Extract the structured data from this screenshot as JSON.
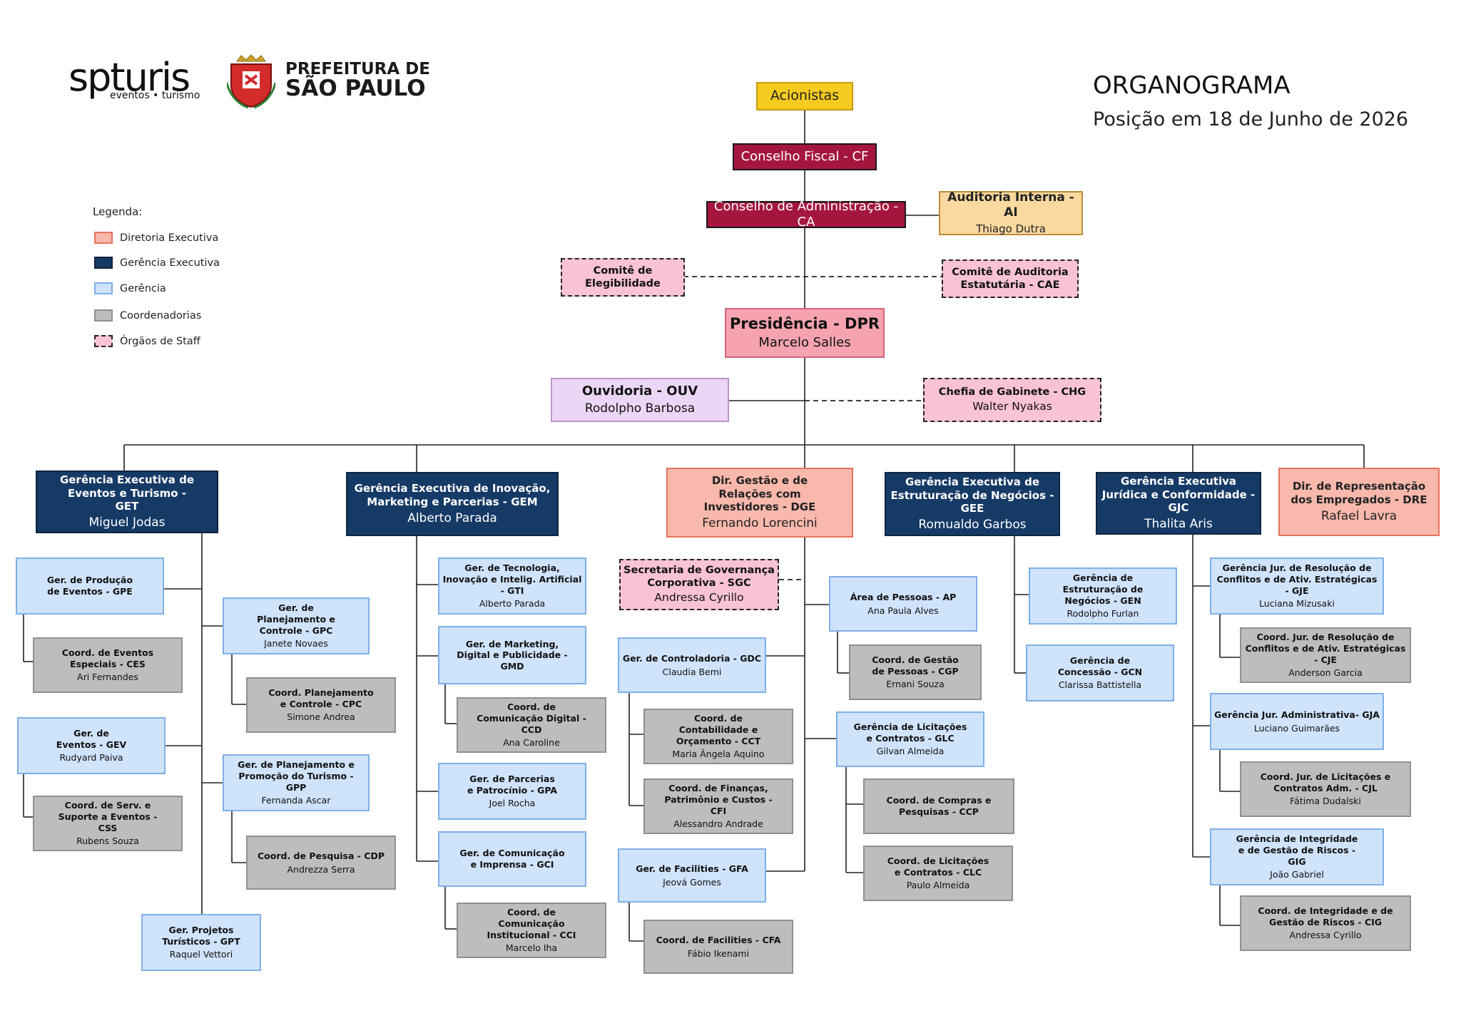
{
  "header": {
    "logo_spturis": "spturis",
    "logo_spturis_sub": "eventos • turismo",
    "logo_prefeitura_line1": "PREFEITURA DE",
    "logo_prefeitura_line2": "SÃO PAULO",
    "title": "ORGANOGRAMA",
    "subtitle": "Posição em 18 de Junho de 2026"
  },
  "legend": {
    "title": "Legenda:",
    "items": [
      {
        "label": "Diretoria Executiva",
        "color": "#f8b8ac"
      },
      {
        "label": "Gerência Executiva",
        "color": "#163a66"
      },
      {
        "label": "Gerência",
        "color": "#cfe3fb"
      },
      {
        "label": "Coordenadorias",
        "color": "#bdbdbd"
      },
      {
        "label": "Órgãos de Staff",
        "color": "#f9c3d4"
      }
    ]
  },
  "top": {
    "acionistas": "Acionistas",
    "conselho_fiscal": "Conselho Fiscal - CF",
    "conselho_admin": "Conselho de Administração - CA",
    "auditoria": {
      "title": "Auditoria Interna - AI",
      "person": "Thiago Dutra"
    },
    "comite_eleg": {
      "title": "Comitê de Elegibilidade"
    },
    "comite_aud": {
      "title": "Comitê de Auditoria Estatutária - CAE"
    },
    "presidencia": {
      "title": "Presidência - DPR",
      "person": "Marcelo Salles"
    },
    "ouvidoria": {
      "title": "Ouvidoria - OUV",
      "person": "Rodolpho Barbosa"
    },
    "chefia": {
      "title": "Chefia de Gabinete - CHG",
      "person": "Walter Nyakas"
    }
  },
  "boxes": {
    "get": {
      "title": "Gerência Executiva de Eventos e Turismo - GET",
      "person": "Miguel Jodas"
    },
    "gpe": {
      "title": "Ger. de Produção de Eventos - GPE",
      "person": ""
    },
    "ces": {
      "title": "Coord. de Eventos Especiais - CES",
      "person": "Ari Fernandes"
    },
    "gpc": {
      "title": "Ger. de Planejamento e Controle - GPC",
      "person": "Janete Novaes"
    },
    "cpc": {
      "title": "Coord. Planejamento e Controle - CPC",
      "person": "Simone Andrea"
    },
    "gev": {
      "title": "Ger. de Eventos - GEV",
      "person": "Rudyard Paiva"
    },
    "css": {
      "title": "Coord. de Serv. e Suporte a Eventos - CSS",
      "person": "Rubens  Souza"
    },
    "gpp": {
      "title": "Ger. de Planejamento e Promoção do Turismo - GPP",
      "person": "Fernanda Ascar"
    },
    "cdp": {
      "title": "Coord. de Pesquisa - CDP",
      "person": "Andrezza Serra"
    },
    "gpt": {
      "title": "Ger. Projetos Turísticos - GPT",
      "person": "Raquel Vettori"
    },
    "gem": {
      "title": "Gerência Executiva de Inovação, Marketing e Parcerias - GEM",
      "person": "Alberto Parada"
    },
    "gti": {
      "title": "Ger. de Tecnologia, Inovação e Intelig. Artificial - GTI",
      "person": "Alberto Parada"
    },
    "gmd": {
      "title": "Ger. de Marketing, Digital e Publicidade - GMD",
      "person": ""
    },
    "ccd": {
      "title": "Coord. de Comunicação Digital - CCD",
      "person": "Ana Caroline"
    },
    "gpa": {
      "title": "Ger. de Parcerias e Patrocínio - GPA",
      "person": "Joel Rocha"
    },
    "gci": {
      "title": "Ger. de Comunicação e Imprensa - GCI",
      "person": ""
    },
    "cci": {
      "title": "Coord. de Comunicação Institucional - CCI",
      "person": "Marcelo Iha"
    },
    "dge": {
      "title": "Dir. Gestão e de Relações com Investidores - DGE",
      "person": "Fernando Lorencini"
    },
    "sgc": {
      "title": "Secretaria de Governança Corporativa - SGC",
      "person": "Andressa Cyrillo"
    },
    "gdc": {
      "title": "Ger. de Controladoria - GDC",
      "person": "Claudia Bemi"
    },
    "cct": {
      "title": "Coord. de Contabilidade e Orçamento - CCT",
      "person": "Maria Ângela Aquino"
    },
    "cfi": {
      "title": "Coord. de Finanças, Patrimônio e Custos - CFI",
      "person": "Alessandro Andrade"
    },
    "gfa": {
      "title": "Ger. de Facilities - GFA",
      "person": "Jeová Gomes"
    },
    "cfa": {
      "title": "Coord. de Facilities - CFA",
      "person": "Fábio Ikenami"
    },
    "ap": {
      "title": "Área de Pessoas - AP",
      "person": "Ana Paula Alves"
    },
    "cgp": {
      "title": "Coord. de Gestão de Pessoas - CGP",
      "person": "Ernani Souza"
    },
    "glc": {
      "title": "Gerência de Licitações e Contratos - GLC",
      "person": "Gilvan Almeida"
    },
    "ccp": {
      "title": "Coord. de Compras e Pesquisas - CCP",
      "person": ""
    },
    "clc": {
      "title": "Coord. de Licitações e Contratos - CLC",
      "person": "Paulo Almeida"
    },
    "gee": {
      "title": "Gerência Executiva de Estruturação de Negócios - GEE",
      "person": "Romualdo Garbos"
    },
    "gen": {
      "title": "Gerência de Estruturação de Negócios - GEN",
      "person": "Rodolpho Furlan"
    },
    "gcn": {
      "title": "Gerência de Concessão - GCN",
      "person": "Clarissa Battistella"
    },
    "gjc": {
      "title": "Gerência Executiva Jurídica e Conformidade - GJC",
      "person": "Thalita Aris"
    },
    "gje": {
      "title": "Gerência Jur. de Resolução de Conflitos e de Ativ. Estratégicas - GJE",
      "person": "Luciana Mizusaki"
    },
    "cje": {
      "title": "Coord. Jur. de Resolução de Conflitos e de Ativ. Estratégicas - CJE",
      "person": "Anderson Garcia"
    },
    "gja": {
      "title": "Gerência Jur. Administrativa- GJA",
      "person": "Luciano Guimarães"
    },
    "cjl": {
      "title": "Coord. Jur. de Licitações e Contratos Adm. - CJL",
      "person": "Fátima Dudalski"
    },
    "gig": {
      "title": "Gerência de Integridade e de Gestão de Riscos - GIG",
      "person": "João Gabriel"
    },
    "cig": {
      "title": "Coord. de Integridade e de Gestão de Riscos - CIG",
      "person": "Andressa Cyrillo"
    },
    "dre": {
      "title": "Dir. de Representação dos Empregados - DRE",
      "person": "Rafael Lavra"
    }
  }
}
